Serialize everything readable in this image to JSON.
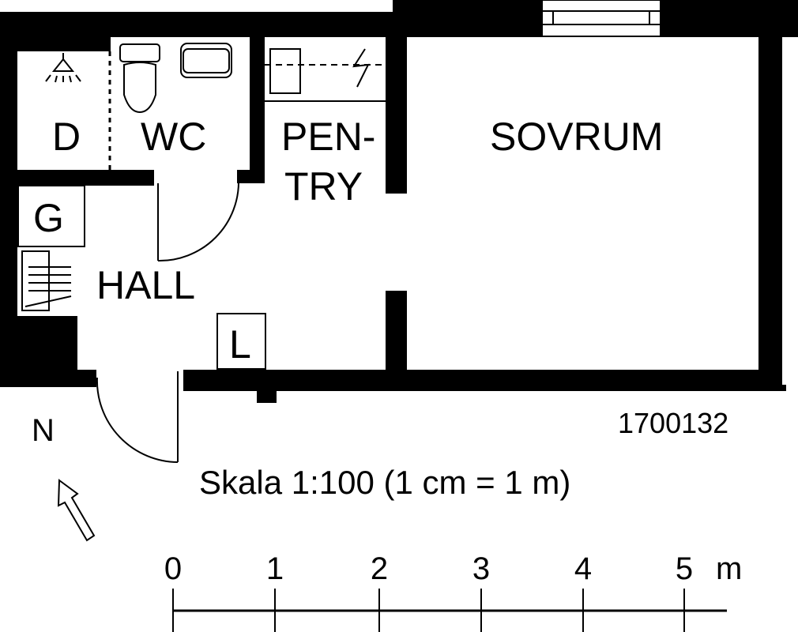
{
  "plan": {
    "rooms": {
      "shower": "D",
      "wc": "WC",
      "pantry_line1": "PEN-",
      "pantry_line2": "TRY",
      "bedroom": "SOVRUM",
      "hall": "HALL",
      "wardrobe_g": "G",
      "wardrobe_l": "L"
    },
    "plan_id": "1700132",
    "north_label": "N",
    "scale_text": "Skala 1:100 (1 cm = 1 m)",
    "scale_bar": {
      "ticks": [
        "0",
        "1",
        "2",
        "3",
        "4",
        "5"
      ],
      "unit": "m"
    }
  },
  "colors": {
    "wall": "#000000",
    "background": "#ffffff"
  }
}
